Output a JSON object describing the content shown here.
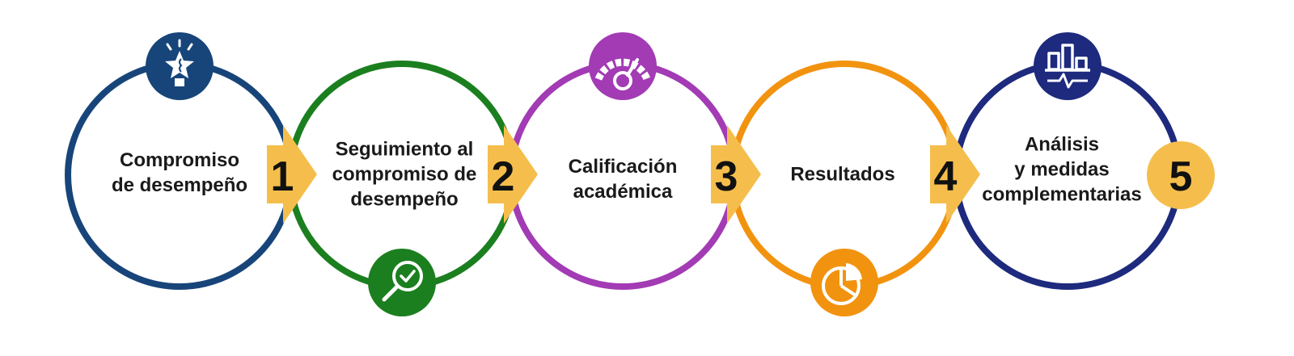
{
  "steps": [
    {
      "number": "1",
      "lines": [
        "Compromiso",
        "de desempeño"
      ],
      "color": "#17457a",
      "icon": "star-hand-icon",
      "icon_position": "top"
    },
    {
      "number": "2",
      "lines": [
        "Seguimiento al",
        "compromiso de",
        "desempeño"
      ],
      "color": "#1b7f1f",
      "icon": "magnifier-check-icon",
      "icon_position": "bottom"
    },
    {
      "number": "3",
      "lines": [
        "Calificación",
        "académica"
      ],
      "color": "#a23bb4",
      "icon": "gauge-icon",
      "icon_position": "top"
    },
    {
      "number": "4",
      "lines": [
        "Resultados"
      ],
      "color": "#f2930f",
      "icon": "pie-chart-icon",
      "icon_position": "bottom"
    },
    {
      "number": "5",
      "lines": [
        "Análisis",
        "y medidas",
        "complementarias"
      ],
      "color": "#1d2a7d",
      "icon": "bar-chart-pulse-icon",
      "icon_position": "top"
    }
  ],
  "accent_color": "#f5be4c"
}
